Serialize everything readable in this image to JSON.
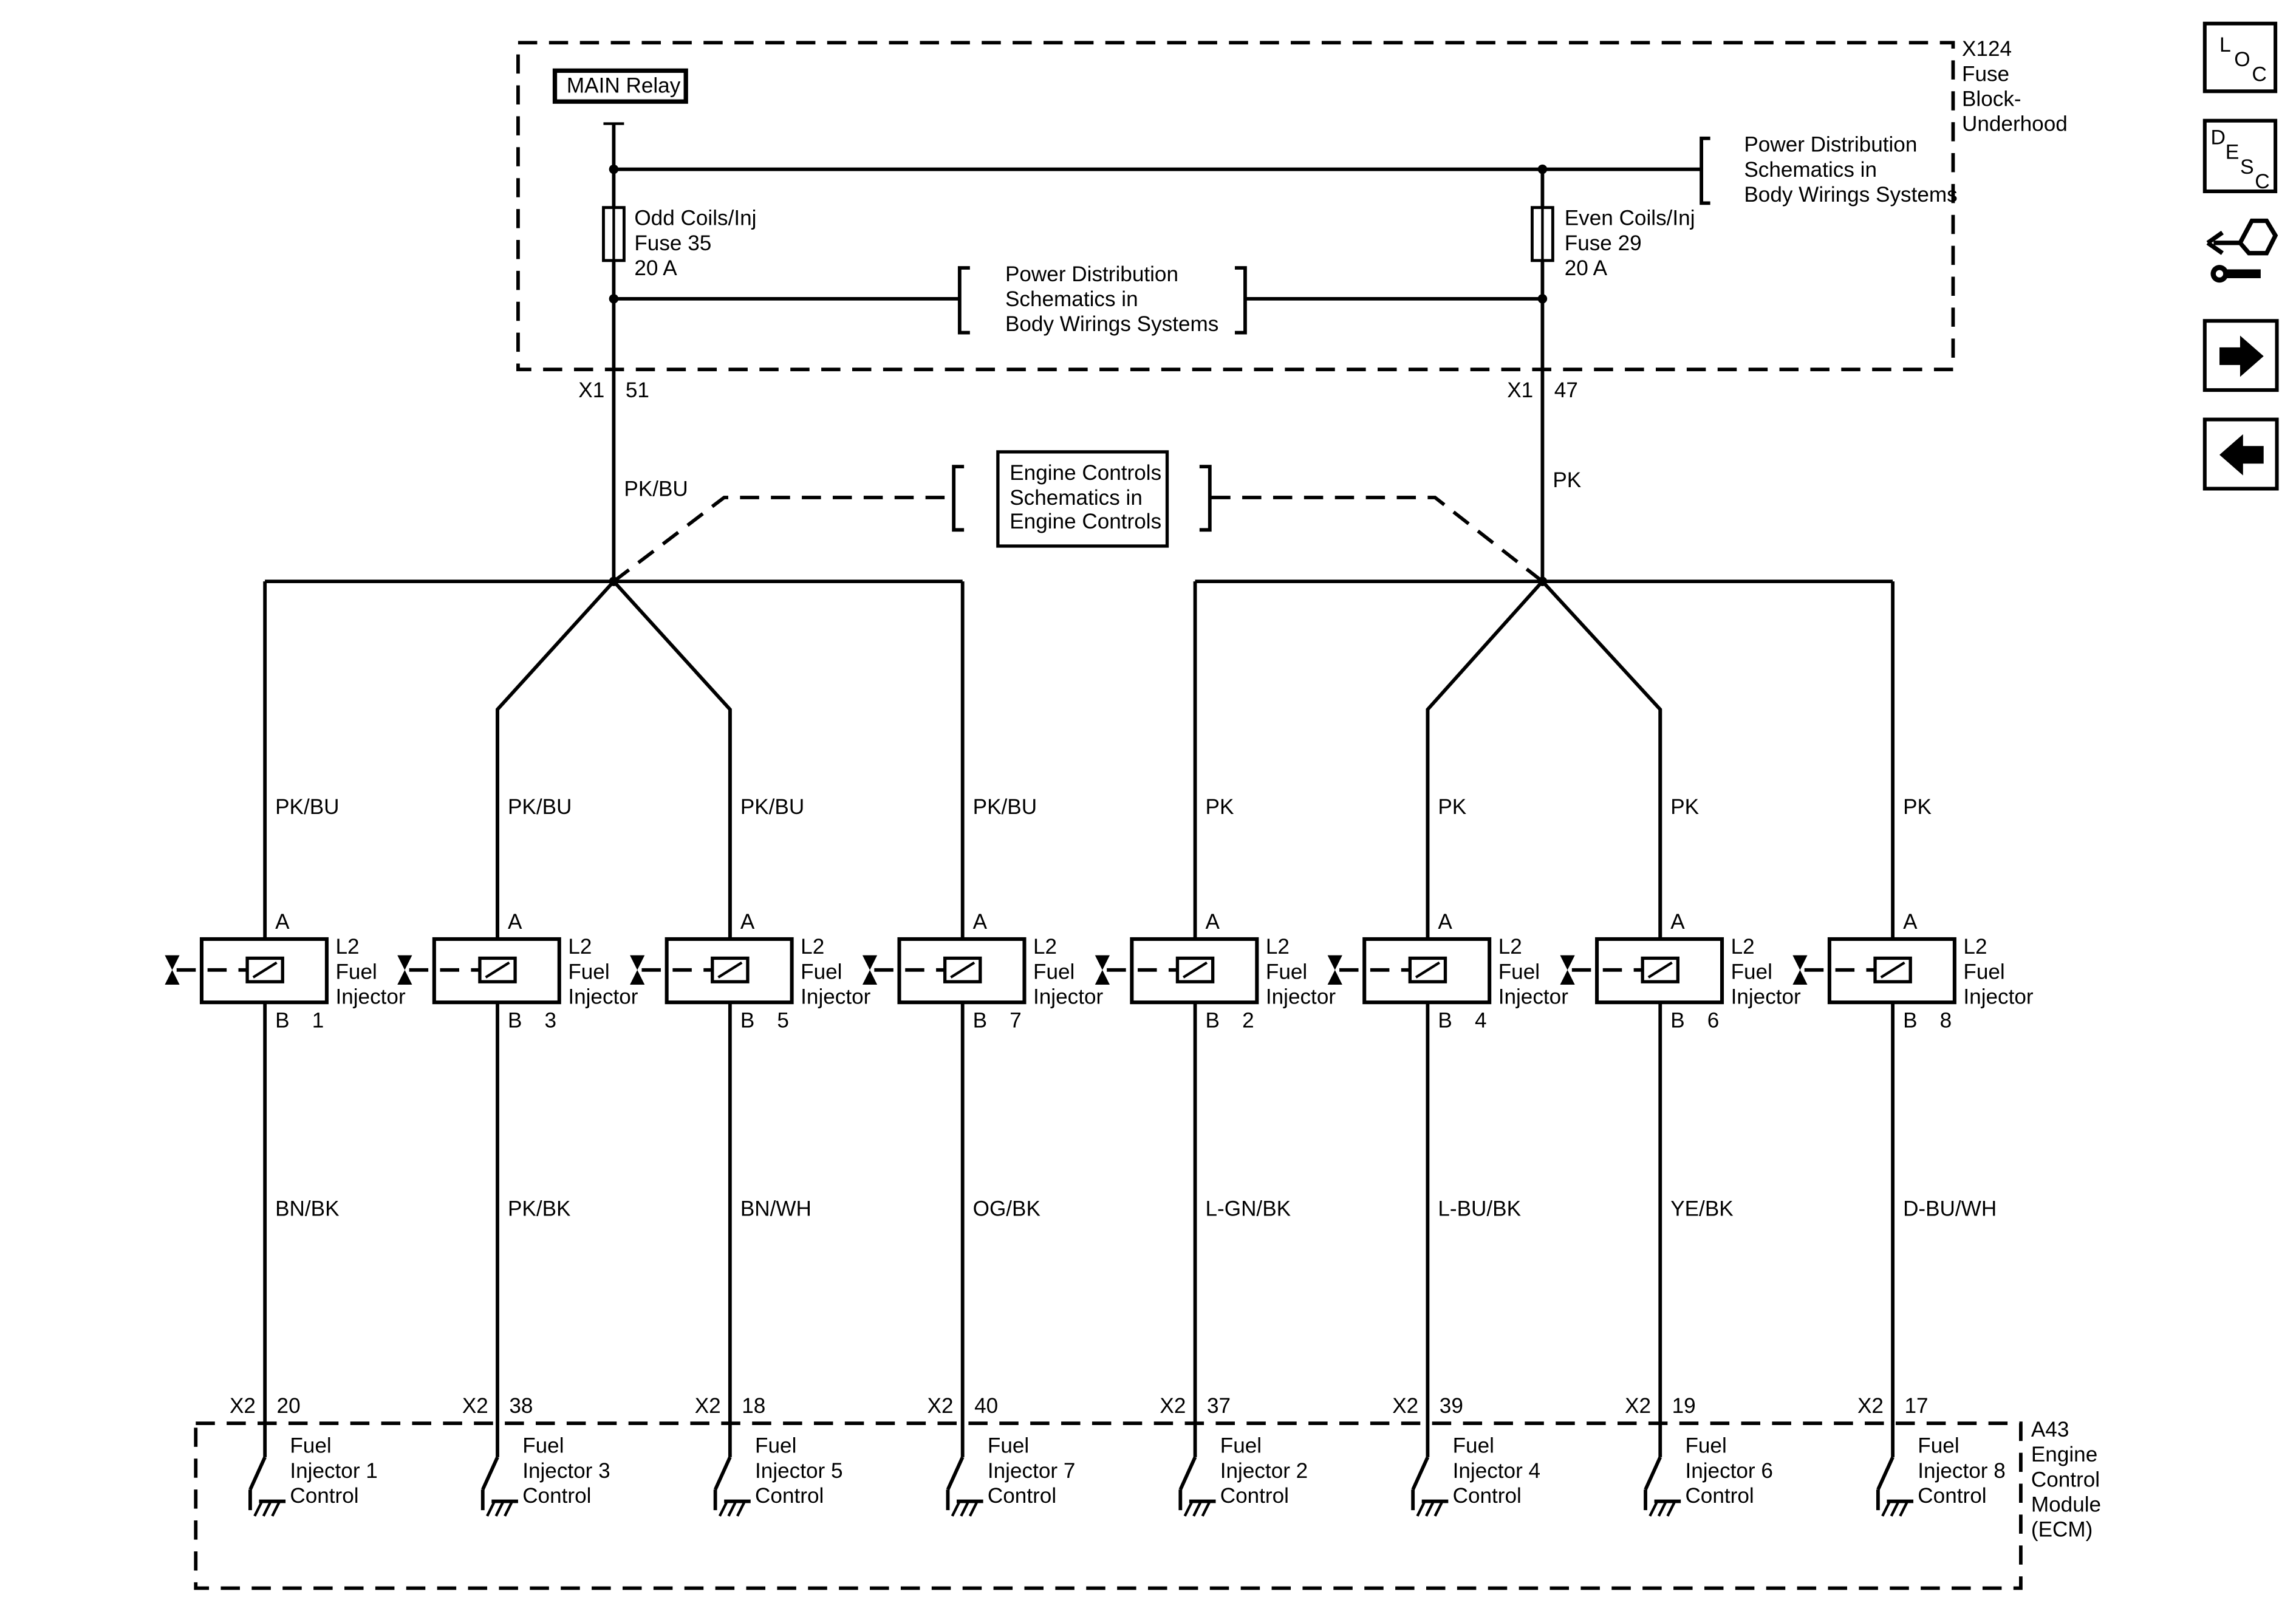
{
  "fuse_block": {
    "name_lines": [
      "X124",
      "Fuse",
      "Block-",
      "Underhood"
    ],
    "main_relay": "MAIN Relay",
    "left_fuse": {
      "lines": [
        "Odd Coils/Inj",
        "Fuse 35",
        "20 A"
      ],
      "connector": "X1",
      "pin": "51",
      "wire": "PK/BU"
    },
    "right_fuse": {
      "lines": [
        "Even Coils/Inj",
        "Fuse 29",
        "20 A"
      ],
      "connector": "X1",
      "pin": "47",
      "wire": "PK"
    }
  },
  "references": {
    "power_dist_right": [
      "Power Distribution",
      "Schematics in",
      "Body Wirings Systems"
    ],
    "power_dist_mid": [
      "Power Distribution",
      "Schematics in",
      "Body Wirings Systems"
    ],
    "engine_controls": [
      "Engine Controls",
      "Schematics in",
      "Engine Controls"
    ]
  },
  "injectors": [
    {
      "number": "1",
      "upper_wire": "PK/BU",
      "lower_wire": "BN/BK",
      "connector": "X2",
      "pin": "20",
      "ecm_label": [
        "Fuel",
        "Injector 1",
        "Control"
      ]
    },
    {
      "number": "3",
      "upper_wire": "PK/BU",
      "lower_wire": "PK/BK",
      "connector": "X2",
      "pin": "38",
      "ecm_label": [
        "Fuel",
        "Injector 3",
        "Control"
      ]
    },
    {
      "number": "5",
      "upper_wire": "PK/BU",
      "lower_wire": "BN/WH",
      "connector": "X2",
      "pin": "18",
      "ecm_label": [
        "Fuel",
        "Injector 5",
        "Control"
      ]
    },
    {
      "number": "7",
      "upper_wire": "PK/BU",
      "lower_wire": "OG/BK",
      "connector": "X2",
      "pin": "40",
      "ecm_label": [
        "Fuel",
        "Injector 7",
        "Control"
      ]
    },
    {
      "number": "2",
      "upper_wire": "PK",
      "lower_wire": "L-GN/BK",
      "connector": "X2",
      "pin": "37",
      "ecm_label": [
        "Fuel",
        "Injector 2",
        "Control"
      ]
    },
    {
      "number": "4",
      "upper_wire": "PK",
      "lower_wire": "L-BU/BK",
      "connector": "X2",
      "pin": "39",
      "ecm_label": [
        "Fuel",
        "Injector 4",
        "Control"
      ]
    },
    {
      "number": "6",
      "upper_wire": "PK",
      "lower_wire": "YE/BK",
      "connector": "X2",
      "pin": "19",
      "ecm_label": [
        "Fuel",
        "Injector 6",
        "Control"
      ]
    },
    {
      "number": "8",
      "upper_wire": "PK",
      "lower_wire": "D-BU/WH",
      "connector": "X2",
      "pin": "17",
      "ecm_label": [
        "Fuel",
        "Injector 8",
        "Control"
      ]
    }
  ],
  "injector_common": {
    "name_lines": [
      "L2",
      "Fuel",
      "Injector"
    ],
    "pin_a": "A",
    "pin_b": "B"
  },
  "ecm": {
    "name_lines": [
      "A43",
      "Engine",
      "Control",
      "Module",
      "(ECM)"
    ]
  },
  "nav": {
    "loc": [
      "L",
      "O",
      "C"
    ],
    "desc": [
      "D",
      "E",
      "S",
      "C"
    ],
    "connector_icon": "connector-wrench-icon",
    "next_icon": "arrow-right-icon",
    "prev_icon": "arrow-left-icon"
  }
}
